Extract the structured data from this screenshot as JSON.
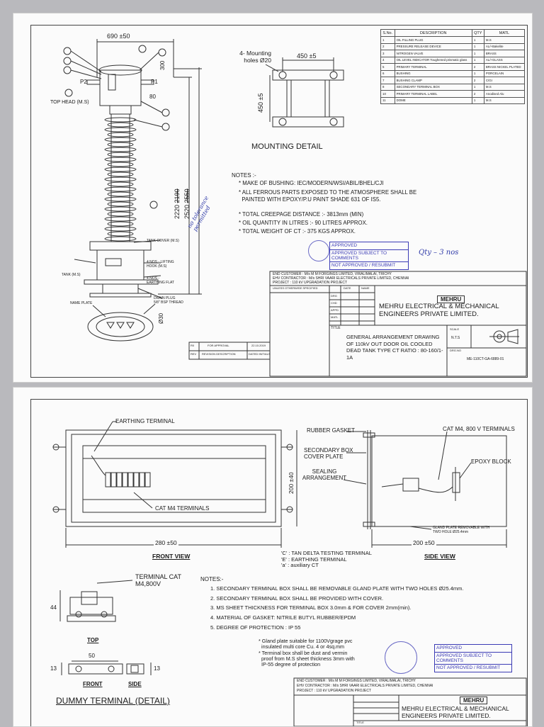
{
  "sheet1": {
    "bom_header": [
      "S.No.",
      "DESCRIPTION",
      "QTY",
      "MATL"
    ],
    "bom_rows": [
      [
        "1",
        "OIL FILLING PLUG",
        "1",
        "M.S"
      ],
      [
        "2",
        "PRESSURE RELEASE DEVICE",
        "1",
        "AL/+Bakelite"
      ],
      [
        "3",
        "NITROGEN VALVE",
        "1",
        "BRASS"
      ],
      [
        "4",
        "OIL LEVEL INDICATOR Toughened prismatic glass",
        "1",
        "AL/+GLASS"
      ],
      [
        "5",
        "PRIMARY TERMINAL",
        "2",
        "BRASS NICKEL PLATED"
      ],
      [
        "6",
        "BUSHING",
        "1",
        "PORCELAIN"
      ],
      [
        "7",
        "BUSHING CLAMP",
        "2",
        "C/GI"
      ],
      [
        "8",
        "SECONDARY TERMINAL BOX",
        "1",
        "M.S"
      ],
      [
        "10",
        "PRIMARY TERMINAL LABEL",
        "2",
        "Anodised Alu"
      ],
      [
        "11",
        "DOME",
        "1",
        "M.S"
      ]
    ],
    "dim_top_width": "690 ±50",
    "dim_p2": "P2",
    "dim_p1": "P1",
    "dim_300": "300",
    "dim_80": "80",
    "top_head_label": "TOP HEAD (M.S)",
    "dim_2220": "2220",
    "dim_2220_struck": "2190",
    "dim_2520": "2520",
    "dim_2520_struck": "2550",
    "dim_30": "Ø30",
    "hand_tolerance": "no tolerance permitted",
    "mounting_holes": "4- Mounting holes Ø20",
    "mount_dim_w": "450 ±5",
    "mount_dim_h": "450 ±5",
    "mounting_detail_title": "MOUNTING DETAIL",
    "notes_title": "NOTES :-",
    "notes": [
      "* MAKE OF BUSHING: IEC/MODERN/WSI/ABIL/BHEL/CJI",
      "* ALL FERROUS PARTS EXPOSED TO THE ATMOSPHERE SHALL BE",
      "  PAINTED WITH EPOXY/P.U PAINT SHADE 631 OF IS5.",
      "* TOTAL CREEPAGE DISTANCE :- 3813mm (MIN)",
      "* OIL QUANTITY IN LITRES :- 90 LITRES APPROX.",
      "* TOTAL WEIGHT OF CT :- 375 KGS APPROX."
    ],
    "stamp": [
      "APPROVED",
      "APPROVED SUBJECT TO COMMENTS",
      "NOT APPROVED / RESUBMIT"
    ],
    "hand_qty": "Qty – 3 nos",
    "side_labels": [
      "TANK COVER (M.S)",
      "4 NOS - LIFTING HOOK (M.S)",
      "TANK (M.S)",
      "4 NOS - EARTHING FLAT",
      "NAME PLATE",
      "DRAIN PLUG",
      "5/8\" BSP THREAD"
    ],
    "end_customer": "END CUSTOMER : M/s M M FORGINGS LIMITED, VIRALIMALAI, TRICHY",
    "epc_contractor": "EHV CONTRACTOR : M/s SHRI VAARI ELECTRICALS PRIVATE LIMITED, CHENNAI",
    "project": "PROJECT : 110 kV UPGRADATION PROJECT",
    "company_logo": "MEHRU",
    "company_name": "MEHRU ELECTRICAL & MECHANICAL ENGINEERS PRIVATE LIMITED.",
    "title_label": "TITLE",
    "title_text": "GENERAL ARRANGEMENT DRAWING OF 110kV OUT DOOR OIL COOLED DEAD TANK TYPE CT RATIO : 80-160/1-1A",
    "scale_label": "SCALE",
    "scale_value": "N.T.S",
    "dwg_no_label": "DRG.NO",
    "dwg_no": "ME-110CT-GA-6889-01",
    "rev_row": [
      "R0",
      "FOR APPROVAL",
      "22.10.2019"
    ],
    "rev_header": [
      "REV",
      "REVISION DESCRIPTION",
      "DATED INITIALS"
    ],
    "unless_text": "UNLESS OTHERWISE SPECIFIED",
    "date_label": "DATE",
    "name_label": "NAME",
    "row_labels": [
      "DRG",
      "CHD",
      "APPD",
      "MATL"
    ]
  },
  "sheet2": {
    "earthing_terminal": "EARTHING TERMINAL",
    "cat_m4_terminals": "CAT M4 TERMINALS",
    "dim_280": "280 ±50",
    "dim_200v": "200 ±40",
    "front_view": "FRONT VIEW",
    "rubber_gasket": "RUBBER GASKET",
    "secondary_cover": "SECONDARY BOX COVER PLATE",
    "sealing": "SEALING ARRANGEMENT",
    "cat_m4_800v": "CAT M4, 800 V TERMINALS",
    "epoxy_block": "EPOXY BLOCK",
    "gland_plate": "GLAND PLATE REMOVABLE WITH TWO HOLE Ø25.4mm",
    "dim_200h": "200 ±50",
    "side_view": "SIDE VIEW",
    "legend": [
      "'C' : TAN DELTA TESTING TERMINAL",
      "'E' : EARTHING TERMINAL",
      "'a' : auxiliary CT"
    ],
    "terminal_label": "TERMINAL CAT M4,800V",
    "dim_44": "44",
    "top_label": "TOP",
    "dim_50": "50",
    "dim_13a": "13",
    "dim_13b": "13",
    "front_label": "FRONT",
    "side_label": "SIDE",
    "dummy_title": "DUMMY TERMINAL (DETAIL)",
    "notes_title": "NOTES:-",
    "notes": [
      "1. SECONDARY TERMINAL BOX SHALL BE REMOVABLE GLAND PLATE WITH TWO HOLES Ø25.4mm.",
      "2. SECONDARY TERMINAL BOX SHALL BE PROVIDED WITH COVER.",
      "3. MS SHEET THICKNESS FOR TERMINAL BOX 3.0mm & FOR COVER 2mm(min).",
      "4. MATERIAL OF GASKET: NITRILE BUTYL RUBBER/EPDM",
      "5. DEGREE OF PROTECTION : IP 55"
    ],
    "extra_notes": [
      "* Gland plate suitable for 1100Vgrage pvc",
      "  insulated multi core Cu. 4 or 4sq.mm",
      "* Terminal box shall be dust and vermin",
      "  proof from M.S sheet thickness 3mm with",
      "  IP-55 degree of protection"
    ],
    "stamp": [
      "APPROVED",
      "APPROVED SUBJECT TO COMMENTS",
      "NOT APPROVED / RESUBMIT"
    ],
    "end_customer": "END CUSTOMER : M/s M M FORGINGS LIMITED, VIRALIMALAI, TRICHY",
    "epc_contractor": "EHV CONTRACTOR : M/s SHRI VAARI ELECTRICALS PRIVATE LIMITED, CHENNAI",
    "project": "PROJECT : 110 kV UPGRADATION PROJECT",
    "company_logo": "MEHRU",
    "company_name": "MEHRU ELECTRICAL & MECHANICAL ENGINEERS PRIVATE LIMITED.",
    "title_label": "TITLE"
  }
}
